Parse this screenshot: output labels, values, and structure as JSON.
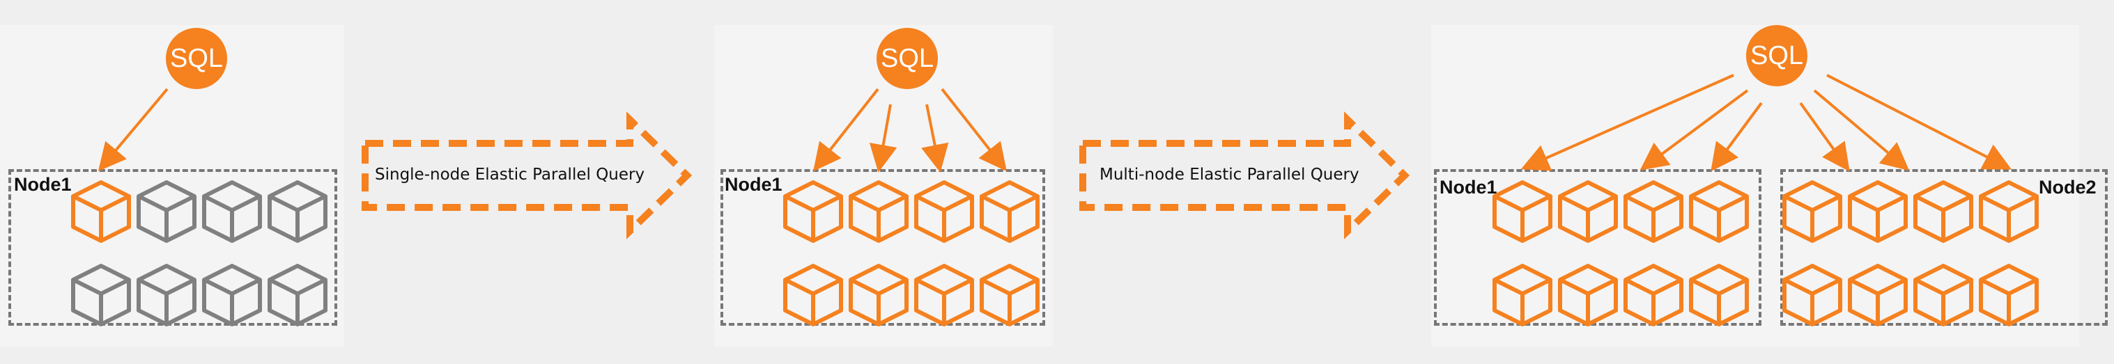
{
  "colors": {
    "accent": "#f5811f",
    "inactive": "#808080",
    "dash": "#777777",
    "panel": "#f4f4f4"
  },
  "sql_label": "SQL",
  "panels": [
    {
      "node_labels": [
        "Node1"
      ],
      "active_cubes": 1
    },
    {
      "node_labels": [
        "Node1"
      ],
      "active_cubes": 8
    },
    {
      "node_labels": [
        "Node1",
        "Node2"
      ],
      "active_cubes": 16
    }
  ],
  "transitions": [
    {
      "label": "Single-node Elastic Parallel Query"
    },
    {
      "label": "Multi-node Elastic Parallel Query"
    }
  ],
  "icons": [
    "cube-icon",
    "sql-circle"
  ]
}
